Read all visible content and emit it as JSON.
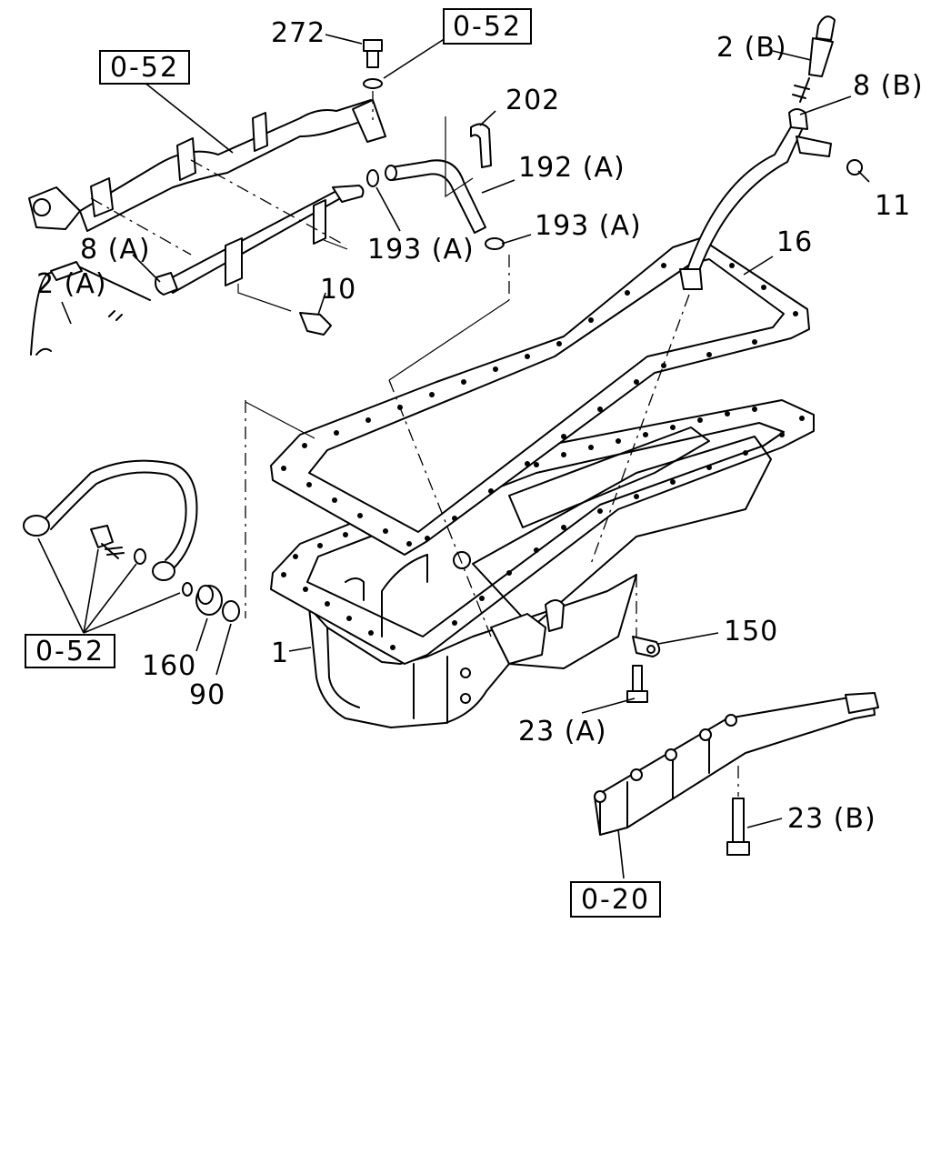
{
  "labels": {
    "l272": "272",
    "l2a": "2 (A)",
    "l2b": "2 (B)",
    "l8a": "8 (A)",
    "l8b": "8 (B)",
    "l202": "202",
    "l192a": "192 (A)",
    "l193a_1": "193 (A)",
    "l193a_2": "193 (A)",
    "l16": "16",
    "l11": "11",
    "l10": "10",
    "l150": "150",
    "l1": "1",
    "l160": "160",
    "l90": "90",
    "l23a": "23 (A)",
    "l23b": "23 (B)"
  },
  "refs": {
    "ref_top_left": "0-52",
    "ref_top_center": "0-52",
    "ref_left": "0-52",
    "ref_bottom": "0-20"
  }
}
